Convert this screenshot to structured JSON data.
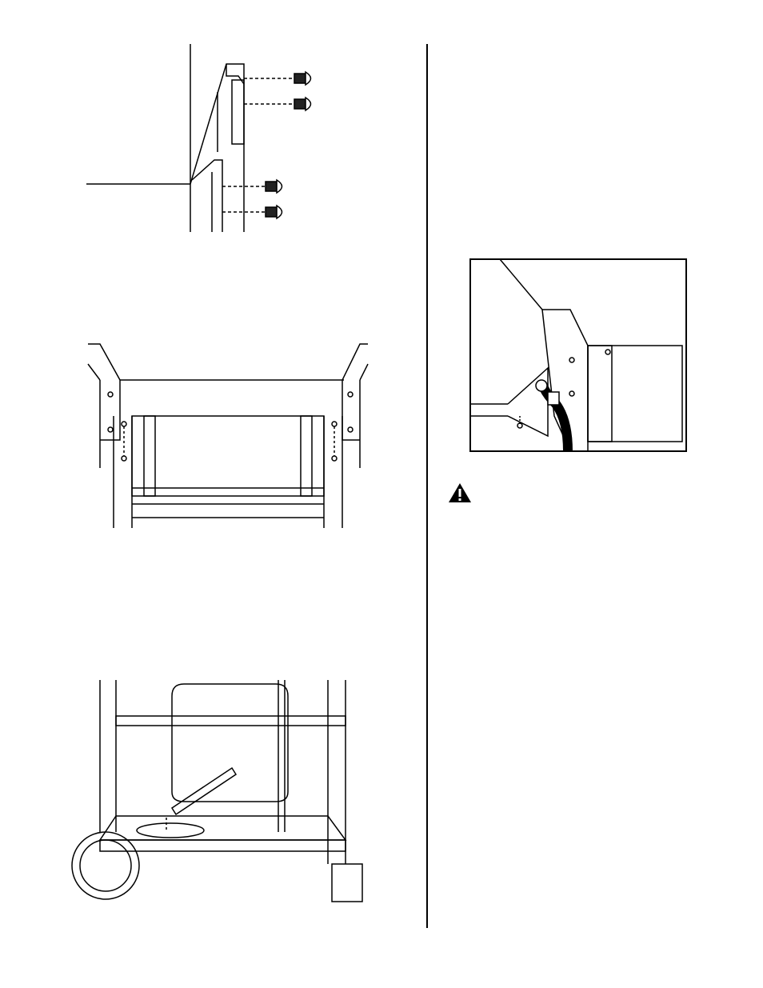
{
  "document": {
    "figures": [
      {
        "name": "burner-bracket-screws"
      },
      {
        "name": "side-shelf-brackets"
      },
      {
        "name": "cart-bottom-tank"
      },
      {
        "name": "hose-connection-detail"
      }
    ],
    "warning_icon": "warning-triangle-icon"
  }
}
